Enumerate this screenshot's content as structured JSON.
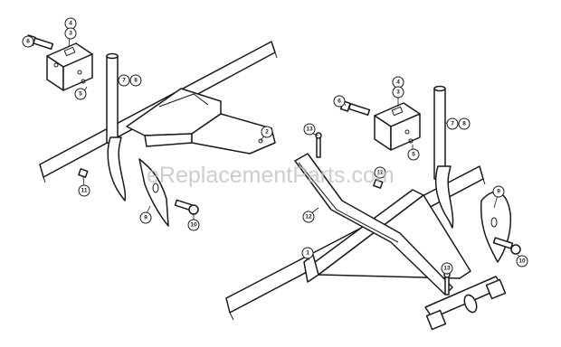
{
  "watermark": "eReplacementParts.com",
  "callouts": {
    "left_4": "4",
    "left_3": "3",
    "left_6": "6",
    "left_5": "5",
    "left_7": "7",
    "left_8": "8",
    "left_2": "2",
    "left_11": "11",
    "left_9": "9",
    "left_10": "10",
    "right_4": "4",
    "right_3": "3",
    "right_6": "6",
    "right_5": "5",
    "right_7": "7",
    "right_8": "8",
    "right_13_top": "13",
    "right_11": "11",
    "right_12": "12",
    "right_9": "9",
    "right_10": "10",
    "right_13_bottom": "13",
    "right_1": "1"
  }
}
